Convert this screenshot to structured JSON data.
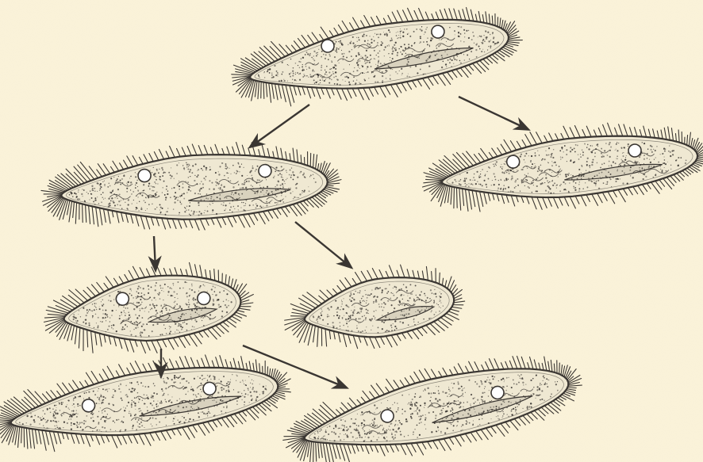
{
  "scene": {
    "subject": "paramecium-division-illustration",
    "style": "stippled-ink-engraving",
    "colors": {
      "paper": "#fbf3da",
      "ink": "#3a3632",
      "cell_fill": "#efe8d2"
    },
    "organisms": [
      {
        "id": "parent",
        "generation": 1
      },
      {
        "id": "gen2-left",
        "generation": 2
      },
      {
        "id": "gen2-right",
        "generation": 2
      },
      {
        "id": "gen3-left",
        "generation": 3
      },
      {
        "id": "gen3-right",
        "generation": 3
      },
      {
        "id": "gen4-left",
        "generation": 4
      },
      {
        "id": "gen4-right",
        "generation": 4
      }
    ],
    "arrow_count": 6
  }
}
